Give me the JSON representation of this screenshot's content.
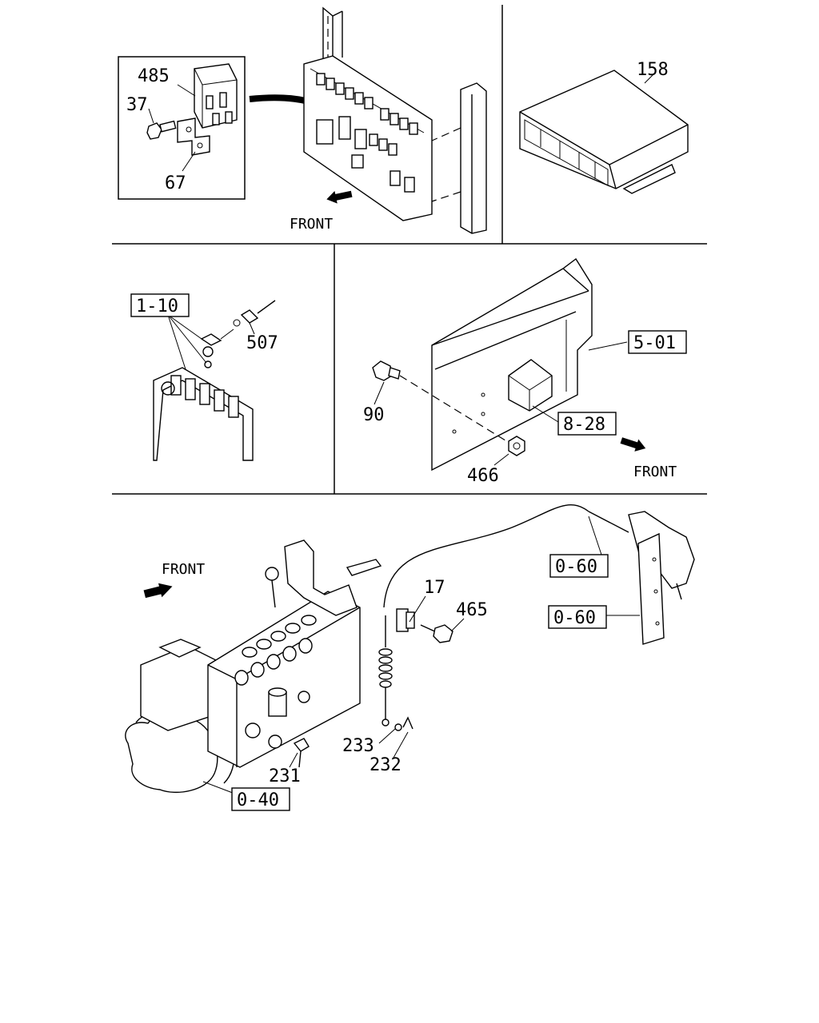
{
  "panels": {
    "fuse_box": {
      "callouts": {
        "part_485": "485",
        "part_37": "37",
        "part_67": "67"
      },
      "direction": "FRONT"
    },
    "controller": {
      "callouts": {
        "part_158": "158"
      }
    },
    "radiator": {
      "refs": {
        "ref_1_10": "1-10"
      },
      "callouts": {
        "part_507": "507"
      }
    },
    "frame_unit": {
      "refs": {
        "ref_5_01": "5-01",
        "ref_8_28": "8-28"
      },
      "callouts": {
        "part_90": "90",
        "part_466": "466"
      },
      "direction": "FRONT"
    },
    "injection_pump": {
      "direction": "FRONT",
      "refs": {
        "ref_0_60_a": "0-60",
        "ref_0_60_b": "0-60",
        "ref_0_40": "0-40"
      },
      "callouts": {
        "part_17": "17",
        "part_465": "465",
        "part_233": "233",
        "part_232": "232",
        "part_231": "231"
      }
    }
  }
}
